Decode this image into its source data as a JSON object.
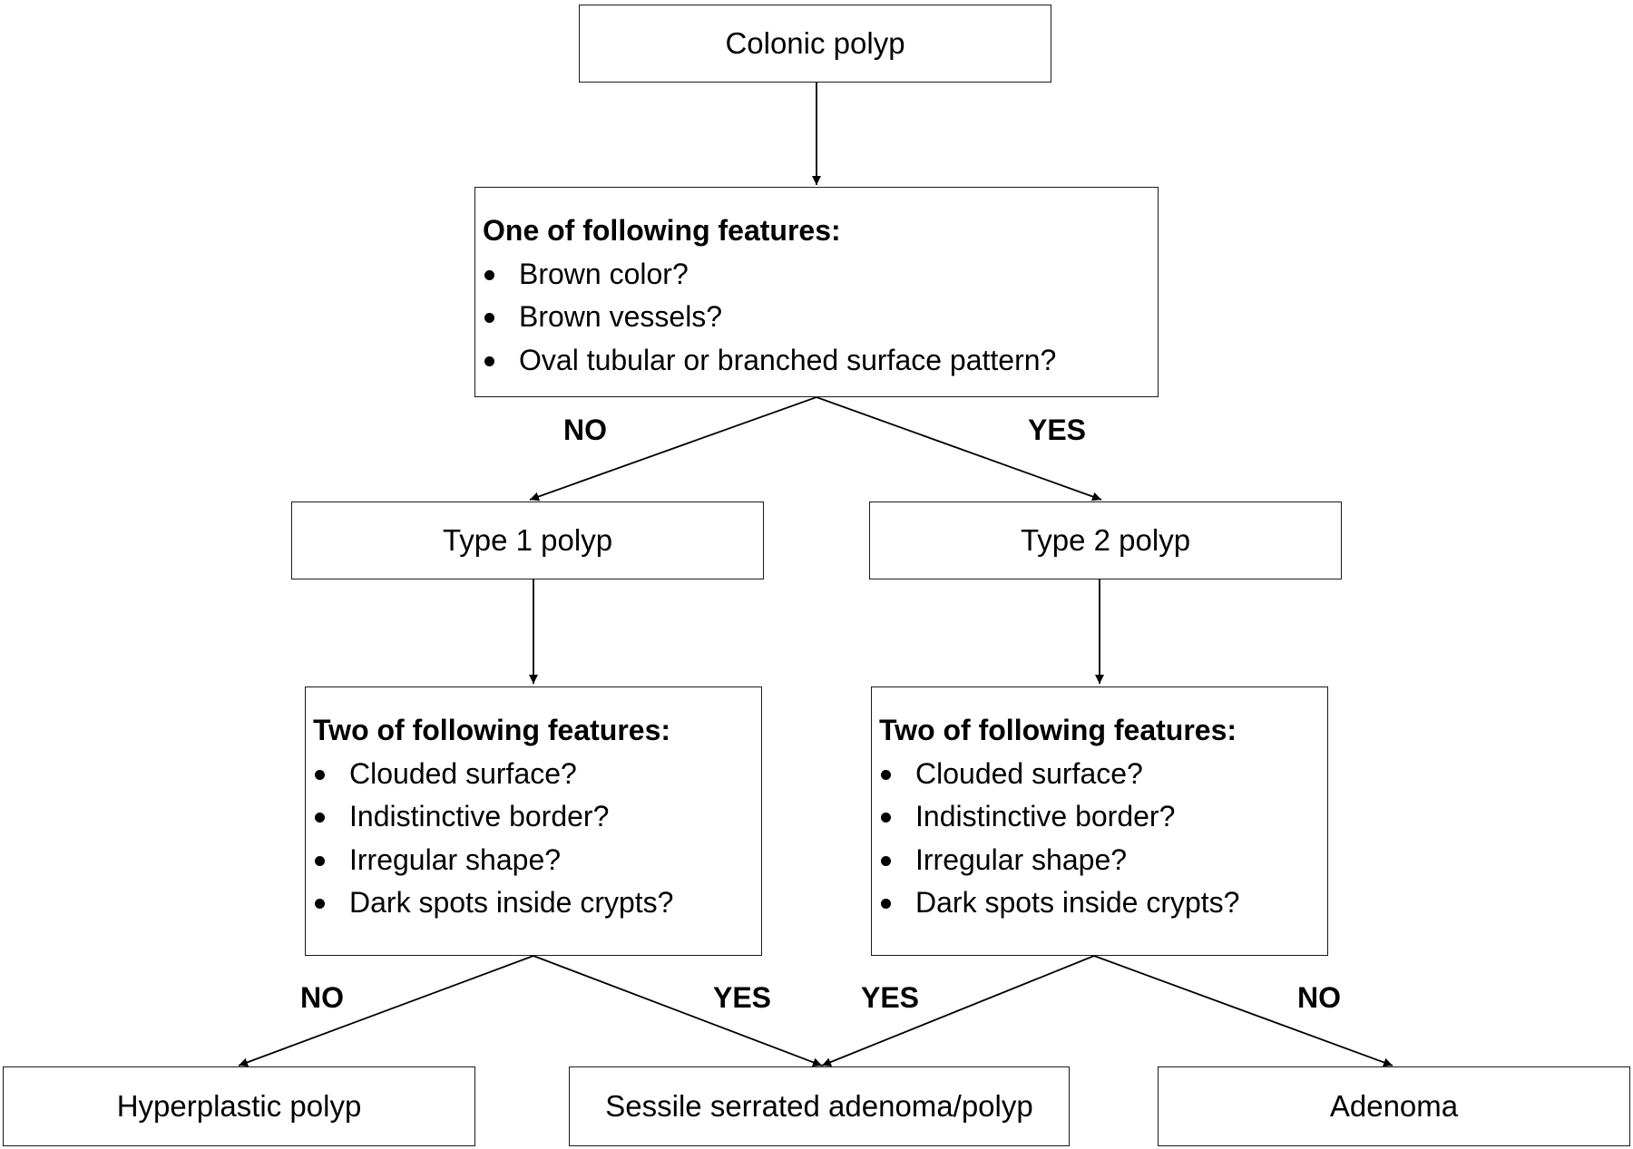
{
  "nodes": {
    "colonic_polyp": "Colonic polyp",
    "features_1": {
      "title": "One of following features:",
      "items": [
        "Brown color?",
        "Brown vessels?",
        "Oval tubular or branched surface pattern?"
      ]
    },
    "type1": "Type 1 polyp",
    "type2": "Type 2 polyp",
    "features_left": {
      "title": "Two of following features:",
      "items": [
        "Clouded surface?",
        "Indistinctive border?",
        "Irregular shape?",
        "Dark spots inside crypts?"
      ]
    },
    "features_right": {
      "title": "Two of following features:",
      "items": [
        "Clouded surface?",
        "Indistinctive border?",
        "Irregular shape?",
        "Dark spots inside crypts?"
      ]
    },
    "hyperplastic": "Hyperplastic polyp",
    "ssa": "Sessile serrated adenoma/polyp",
    "adenoma": "Adenoma"
  },
  "labels": {
    "top_no": "NO",
    "top_yes": "YES",
    "left_no": "NO",
    "left_yes": "YES",
    "right_yes": "YES",
    "right_no": "NO"
  }
}
